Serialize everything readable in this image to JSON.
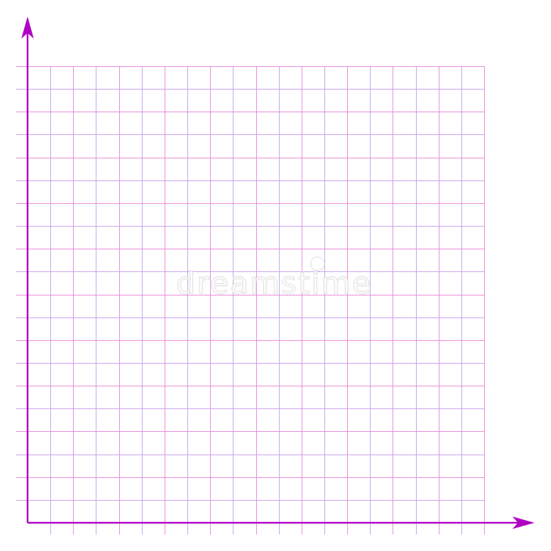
{
  "graph_paper": {
    "columns": 20,
    "rows": 20,
    "minor_line_colors": [
      "#e98ad8",
      "#c7a3ec"
    ],
    "axis_color": "#b000c4",
    "background": "#ffffff",
    "x_axis_arrow": "right",
    "y_axis_arrow": "up"
  },
  "watermark": {
    "text": "dreamstime",
    "color": "#e3e3e3"
  }
}
